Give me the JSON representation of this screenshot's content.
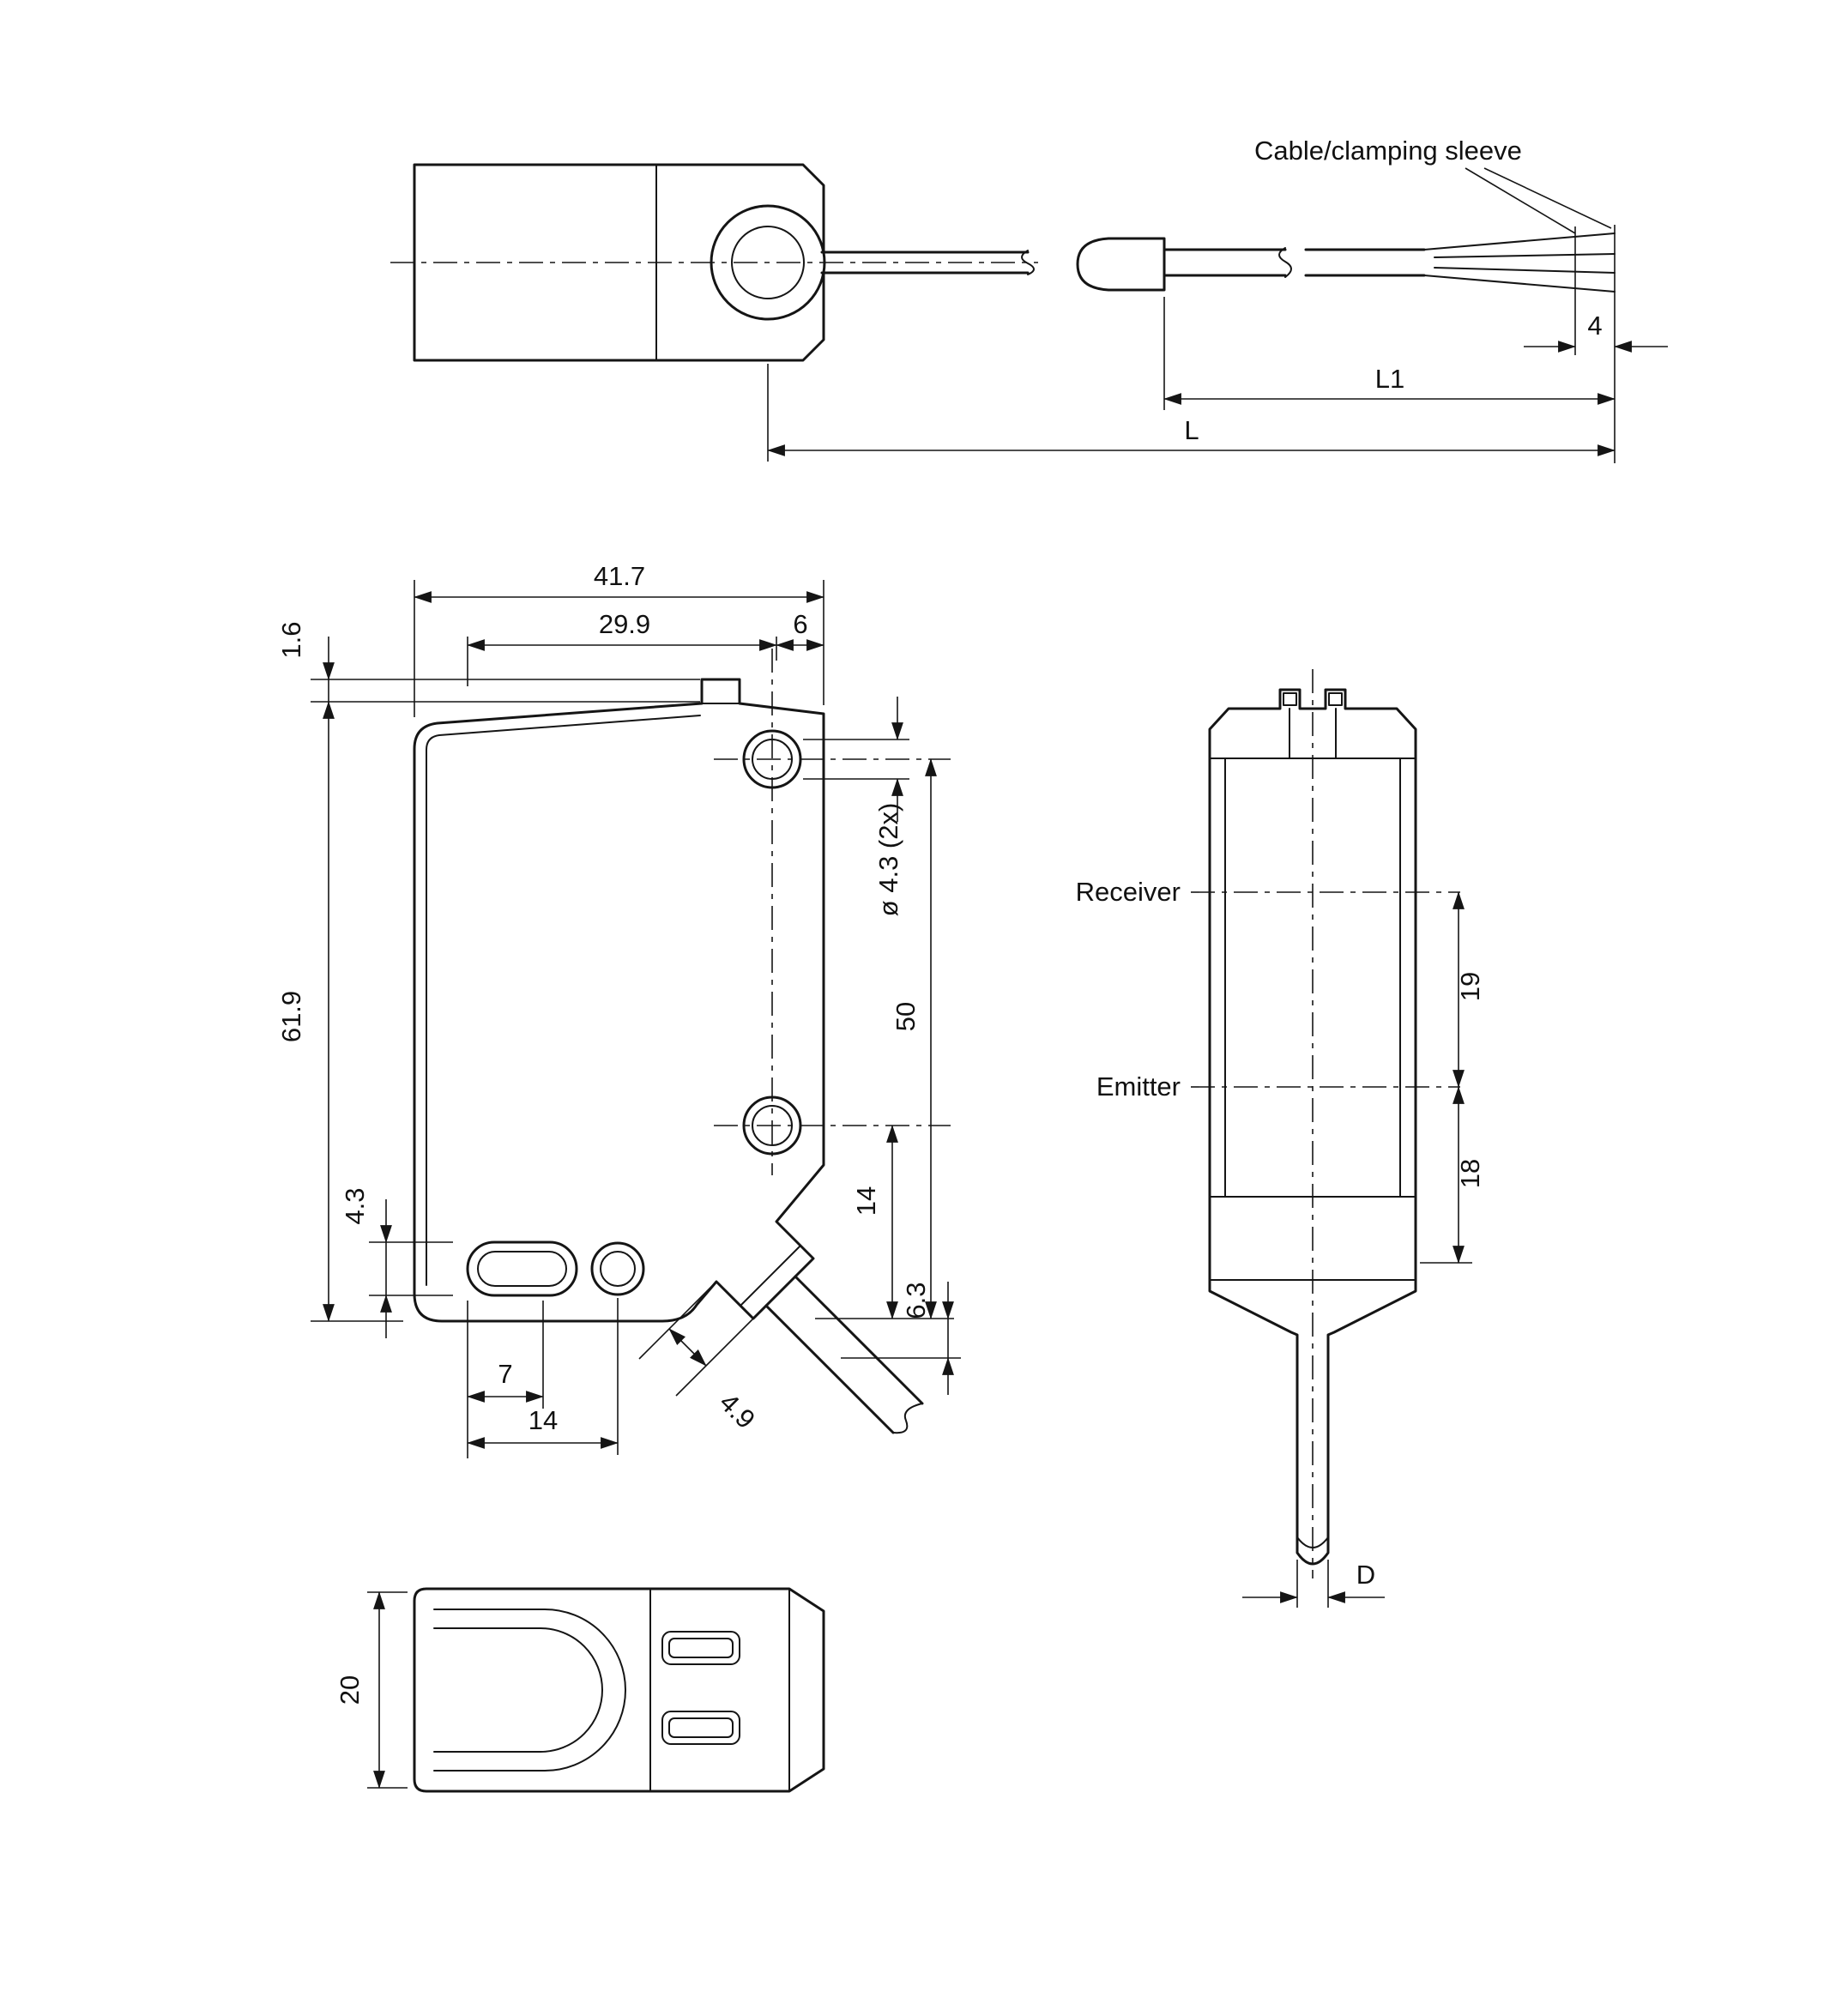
{
  "drawing": {
    "labels": {
      "cable_clamping_sleeve": "Cable/clamping sleeve",
      "receiver": "Receiver",
      "emitter": "Emitter"
    },
    "top_view": {
      "dim_sleeve": "4",
      "dim_l1": "L1",
      "dim_l": "L"
    },
    "front_view": {
      "dim_width": "41.7",
      "dim_hole_x": "29.9",
      "dim_edge": "6",
      "dim_lip": "1.6",
      "dim_height": "61.9",
      "dim_indicator": "4.3",
      "dim_hole_dia": "ø 4.3 (2x)",
      "dim_hole_span": "50",
      "dim_hole_bottom": "14",
      "dim_gland": "6.3",
      "dim_slot_a": "7",
      "dim_slot_b": "14",
      "dim_cable": "4.9"
    },
    "side_view": {
      "dim_receiver_emitter": "19",
      "dim_emitter_ref": "18",
      "dim_cable_dia": "D"
    },
    "bottom_view": {
      "dim_depth": "20"
    }
  }
}
